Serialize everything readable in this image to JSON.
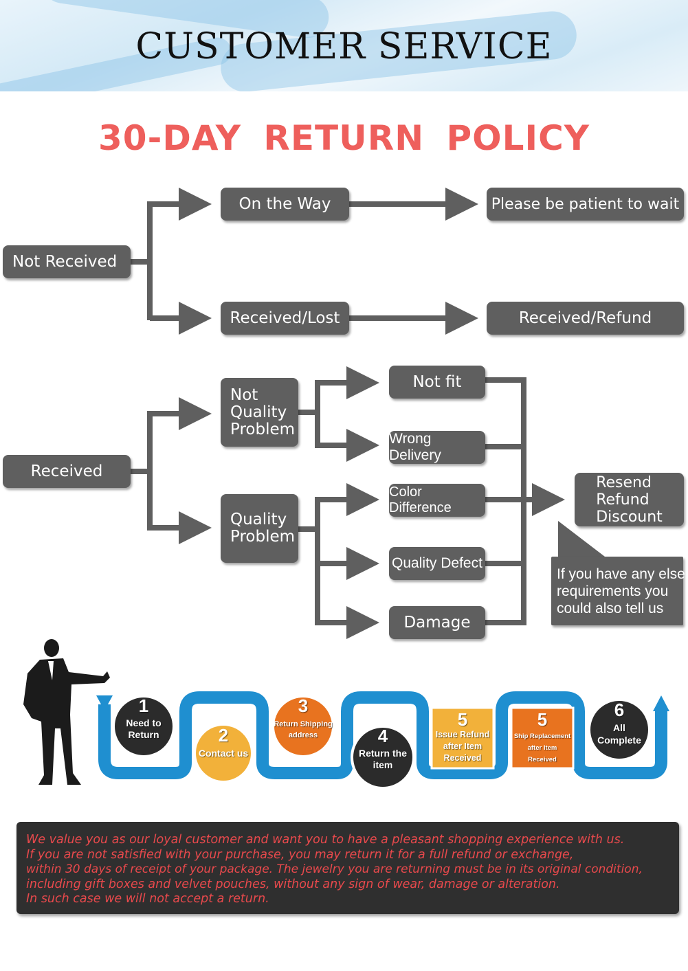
{
  "banner": {
    "title": "CUSTOMER  SERVICE"
  },
  "policy": {
    "title": "30-DAY  RETURN POLICY"
  },
  "flow_not_received": {
    "root": "Not Received",
    "branches": [
      "On the Way",
      "Received/Lost"
    ],
    "results": [
      "Please be patient to wait",
      "Received/Refund"
    ]
  },
  "flow_received": {
    "root": "Received",
    "categories": [
      "Not\nQuality\nProblem",
      "Quality\nProblem"
    ],
    "reasons": [
      "Not fit",
      "Wrong Delivery",
      "Color Difference",
      "Quality Defect",
      "Damage"
    ],
    "outcome": "Resend\nRefund\nDiscount",
    "note": "If you have any else\nrequirements you\ncould also tell us"
  },
  "steps": [
    {
      "num": "1",
      "label": "Need to\nReturn",
      "color": "#2b2b2b"
    },
    {
      "num": "2",
      "label": "Contact us",
      "color": "#f2b13a"
    },
    {
      "num": "3",
      "label": "Return Shipping\naddress",
      "color": "#e8731f"
    },
    {
      "num": "4",
      "label": "Return the\nitem",
      "color": "#2b2b2b"
    },
    {
      "num": "5",
      "label": "Issue Refund\nafter Item\nReceived",
      "color": "#f2b13a"
    },
    {
      "num": "5",
      "label": "Ship Replacement\nafter Item\nReceived",
      "color": "#e8731f"
    },
    {
      "num": "6",
      "label": "All\nComplete",
      "color": "#2b2b2b"
    }
  ],
  "colors": {
    "box": "#5f5f5f",
    "title_red": "#ee5f5c",
    "track_blue": "#1f8fd0",
    "notice_text": "#e8494c"
  },
  "notice": [
    "  We value you as our loyal customer and want you to have a pleasant shopping experience with us.",
    "If you are not satisfied with your purchase, you may return it for a full refund or exchange,",
    "within 30 days of receipt of your package. The jewelry you are returning must be in its original condition,",
    "including gift boxes and velvet pouches, without any sign of wear, damage or alteration.",
    "In such case we will not accept a return."
  ]
}
